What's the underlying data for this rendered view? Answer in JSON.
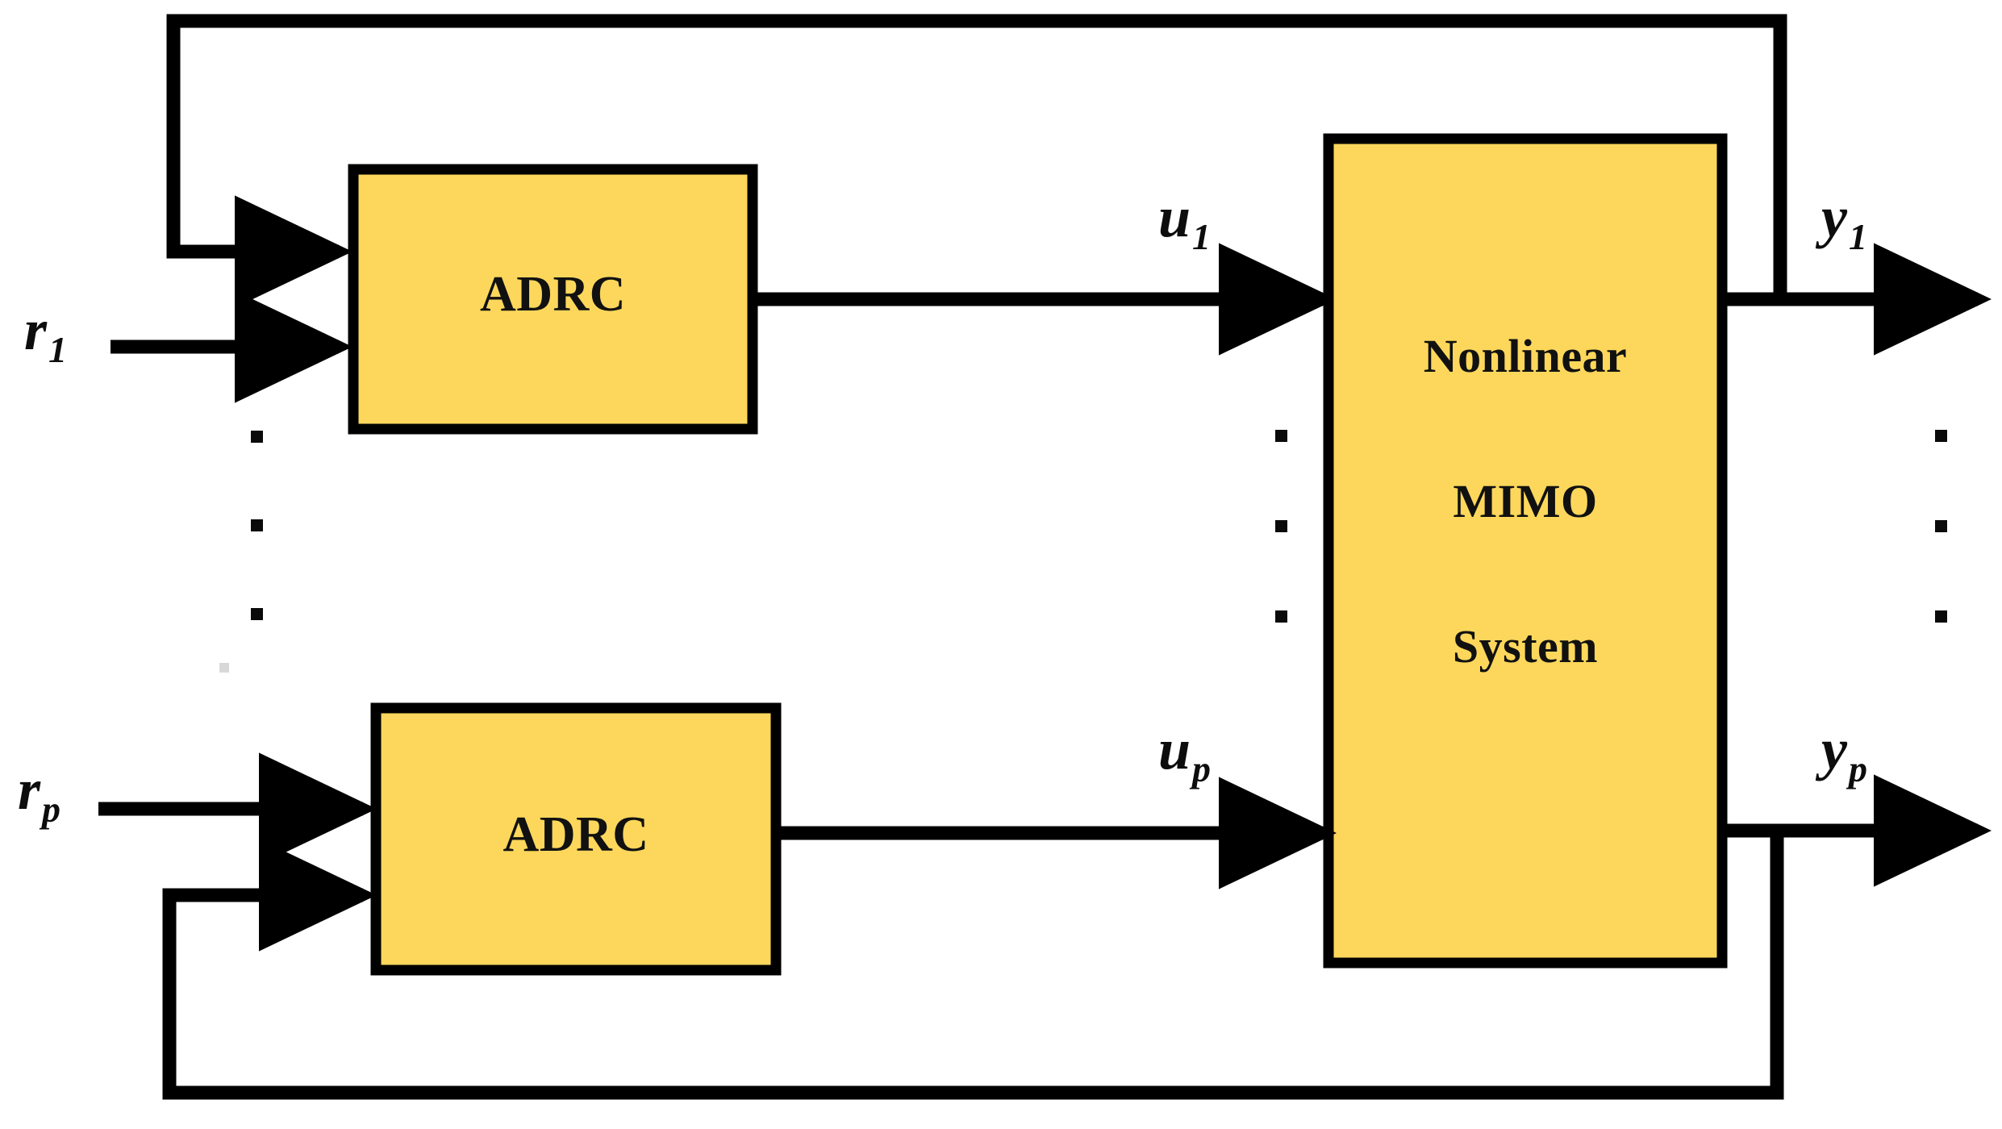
{
  "diagram": {
    "title": "ADRC controlled nonlinear MIMO system block diagram",
    "background_color": "#FFFFFF",
    "block_fill_color": "#FCD75B",
    "block_border_color": "#000000",
    "line_color": "#000000"
  },
  "blocks": {
    "adrc_top": {
      "label": "ADRC"
    },
    "adrc_bottom": {
      "label": "ADRC"
    },
    "plant": {
      "line1": "Nonlinear",
      "line2": "MIMO",
      "line3": "System"
    }
  },
  "signals": {
    "reference_first": {
      "base": "r",
      "sub": "1"
    },
    "reference_last": {
      "base": "r",
      "sub": "p"
    },
    "control_first": {
      "base": "u",
      "sub": "1"
    },
    "control_last": {
      "base": "u",
      "sub": "p"
    },
    "output_first": {
      "base": "y",
      "sub": "1"
    },
    "output_last": {
      "base": "y",
      "sub": "p"
    }
  },
  "ellipsis": {
    "reference_column": "vertical-dots",
    "control_column": "vertical-dots",
    "output_column": "vertical-dots",
    "dot_count": 3
  }
}
